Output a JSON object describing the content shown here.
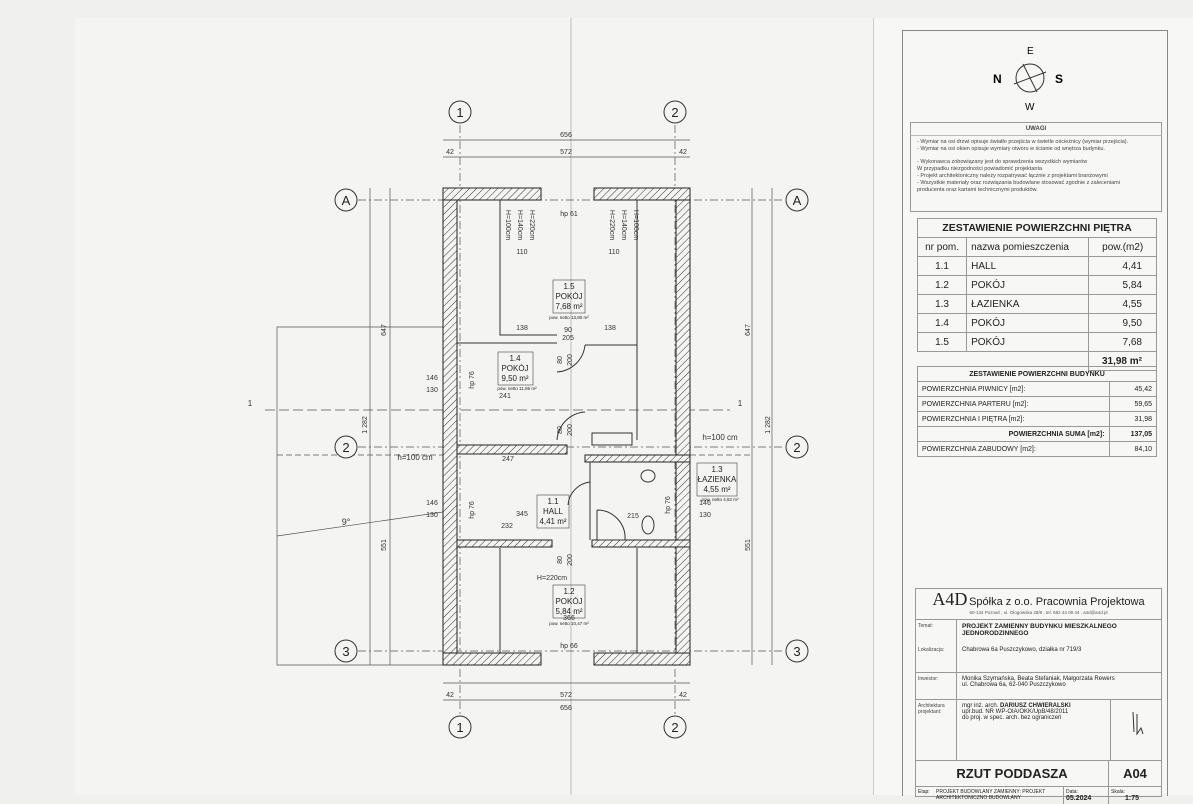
{
  "compass": {
    "n": "N",
    "e": "E",
    "s": "S",
    "w": "W"
  },
  "notes": {
    "title": "UWAGI",
    "lines": [
      "- Wymiar na osi drzwi opisuje światło przejścia w świetle ościeżnicy (wymiar przejścia).",
      "- Wymiar na osi okien opisuje wymiary otworu w ścianie od wnętrza budynku.",
      "- Wykonawca zobowiązany jest do sprawdzenia wszystkich wymiarów",
      "W przypadku niezgodności powiadomić projektanta",
      "- Projekt architektoniczny należy rozpatrywać łącznie z projektami branżowymi",
      "- Wszystkie materiały oraz rozwiązania budowlane stosować zgodnie z zaleceniami",
      "producenta oraz kartami technicznymi produktów."
    ]
  },
  "floor_table": {
    "title": "ZESTAWIENIE POWIERZCHNI PIĘTRA",
    "headers": [
      "nr pom.",
      "nazwa pomieszczenia",
      "pow.(m2)"
    ],
    "rows": [
      [
        "1.1",
        "HALL",
        "4,41"
      ],
      [
        "1.2",
        "POKÓJ",
        "5,84"
      ],
      [
        "1.3",
        "ŁAZIENKA",
        "4,55"
      ],
      [
        "1.4",
        "POKÓJ",
        "9,50"
      ],
      [
        "1.5",
        "POKÓJ",
        "7,68"
      ]
    ],
    "total": "31,98 m²"
  },
  "building_table": {
    "title": "ZESTAWIENIE POWIERZCHNI BUDYNKU",
    "rows": [
      [
        "POWIERZCHNIA PIWNICY [m2]:",
        "45,42"
      ],
      [
        "POWIERZCHNIA PARTERU [m2]:",
        "59,65"
      ],
      [
        "POWIERZCHNIA I PIĘTRA [m2]:",
        "31,98"
      ],
      [
        "POWIERZCHNIA SUMA [m2]:",
        "137,05"
      ],
      [
        "POWIERZCHNIA ZABUDOWY [m2]:",
        "84,10"
      ]
    ]
  },
  "title_block": {
    "company_logo": "A4D",
    "company_name": "Spółka z o.o. Pracownia Projektowa",
    "company_address": "60-134 Poznań , ul. Głogowska 28/8 , tel. 692 44 09 44 , a4d@a4d.pl",
    "topic_label": "Temat:",
    "topic": "PROJEKT ZAMIENNY BUDYNKU MIESZKALNEGO JEDNORODZINNEGO",
    "location_label": "Lokalizacja:",
    "location": "Chabrowa 6a Puszczykowo, działka nr 719/3",
    "investor_label": "Inwestor:",
    "investor_1": "Monika Szymańska, Beata Stefaniak, Małgorzata Rewers",
    "investor_2": "ul. Chabrowa 6a, 62-040 Puszczykowo",
    "architect_label": "Architektura projektant:",
    "architect_prefix": "mgr inż. arch.",
    "architect_name": "DARIUSZ CHWIERALSKI",
    "architect_license": "upr.bud. NR WP-OIA/OKK/UpB/48/2011",
    "architect_scope": "do proj. w spec. arch. bez ograniczeń",
    "drawing_title": "RZUT PODDASZA",
    "drawing_number": "A04",
    "stage_label": "Etap:",
    "stage": "PROJEKT BUDOWLANY ZAMIENNY: PROJEKT ARCHITEKTONICZNO BUDOWLANY",
    "date_label": "Data:",
    "date": "05.2024",
    "scale_label": "Skala:",
    "scale": "1:75"
  },
  "plan": {
    "axes": {
      "c1": "1",
      "c2": "2",
      "rA": "A",
      "r2": "2",
      "r3": "3"
    },
    "dims": {
      "total": "656",
      "inner": "572",
      "wall": "42",
      "h146": "146",
      "h130": "130",
      "v647": "647",
      "v551": "551",
      "v1282": "1 282",
      "angle": "9°",
      "h100": "h=100 cm",
      "section": "1"
    },
    "rooms": [
      {
        "no": "1.5",
        "name": "POKÓJ",
        "area": "7,68 m²",
        "net": "pow. netto 13,80 m²"
      },
      {
        "no": "1.4",
        "name": "POKÓJ",
        "area": "9,50 m²",
        "net": "pow. netto 11,86 m²"
      },
      {
        "no": "1.1",
        "name": "HALL",
        "area": "4,41 m²"
      },
      {
        "no": "1.3",
        "name": "ŁAZIENKA",
        "area": "4,55 m²",
        "net": "pow. netto 4,82 m²"
      },
      {
        "no": "1.2",
        "name": "POKÓJ",
        "area": "5,84 m²",
        "net": "pow. netto 10,47 m²"
      }
    ],
    "labels": {
      "hp61": "hp 61",
      "hp66": "hp 66",
      "hp76": "hp 76",
      "d138": "138",
      "d90": "90",
      "d205": "205",
      "d80": "80",
      "d200": "200",
      "d241": "241",
      "d247": "247",
      "d345": "345",
      "d232": "232",
      "d215": "215",
      "d366": "366",
      "d110": "110",
      "H220": "H=220cm",
      "H140": "H=140cm",
      "H100": "H=100cm"
    }
  }
}
